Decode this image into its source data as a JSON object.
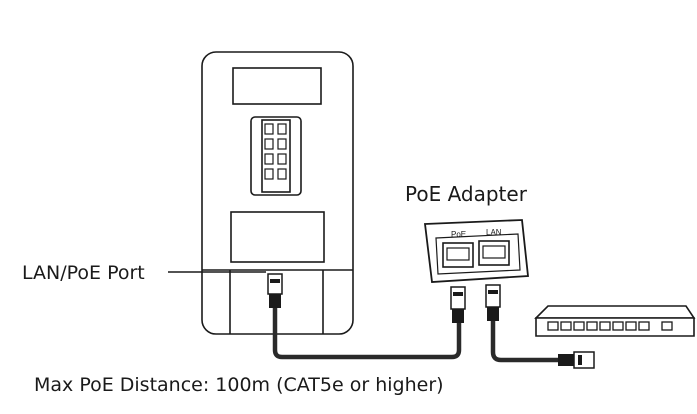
{
  "labels": {
    "poe_adapter": "PoE Adapter",
    "lan_poe_port": "LAN/PoE Port",
    "max_distance": "Max PoE Distance: 100m (CAT5e or higher)",
    "adapter_port_poe": "PoE",
    "adapter_port_lan": "LAN"
  },
  "colors": {
    "line": "#1a1a1a",
    "cable": "#2a2a2a",
    "fill": "#ffffff"
  }
}
